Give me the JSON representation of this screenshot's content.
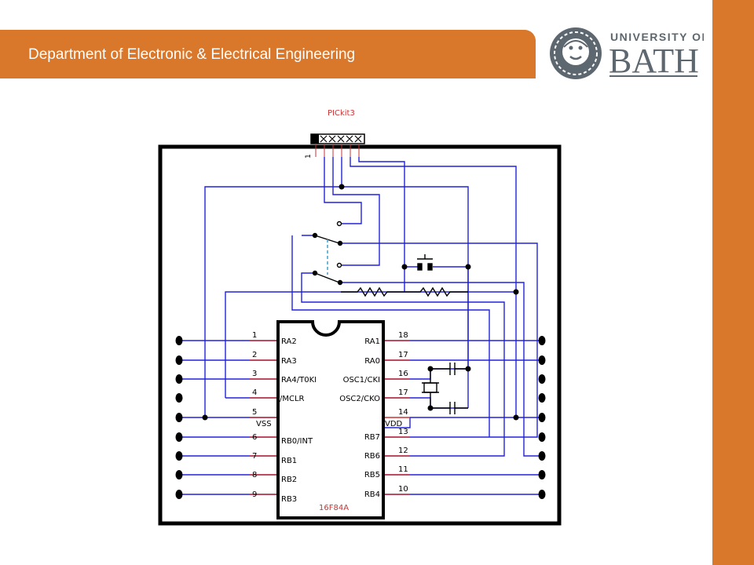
{
  "header": {
    "department": "Department of Electronic & Electrical Engineering",
    "university_line1": "UNIVERSITY OF",
    "university_line2": "BATH"
  },
  "colors": {
    "brand_orange": "#d9772b",
    "logo_gray": "#5d6770",
    "wire_blue": "#2222dd",
    "pin_red": "#cc3333",
    "black": "#000000"
  },
  "schematic": {
    "programmer_label": "PICkit3",
    "programmer_pin_mark": "1",
    "chip_label": "16F84A",
    "left_pins": [
      {
        "num": "1",
        "name": "RA2"
      },
      {
        "num": "2",
        "name": "RA3"
      },
      {
        "num": "3",
        "name": "RA4/T0KI"
      },
      {
        "num": "4",
        "name": "/MCLR"
      },
      {
        "num": "5",
        "name": "VSS"
      },
      {
        "num": "6",
        "name": "RB0/INT"
      },
      {
        "num": "7",
        "name": "RB1"
      },
      {
        "num": "8",
        "name": "RB2"
      },
      {
        "num": "9",
        "name": "RB3"
      }
    ],
    "right_pins": [
      {
        "num": "18",
        "name": "RA1"
      },
      {
        "num": "17",
        "name": "RA0"
      },
      {
        "num": "16",
        "name": "OSC1/CKI"
      },
      {
        "num": "17",
        "name": "OSC2/CKO"
      },
      {
        "num": "14",
        "name": "VDD"
      },
      {
        "num": "13",
        "name": "RB7"
      },
      {
        "num": "12",
        "name": "RB6"
      },
      {
        "num": "11",
        "name": "RB5"
      },
      {
        "num": "10",
        "name": "RB4"
      }
    ]
  }
}
